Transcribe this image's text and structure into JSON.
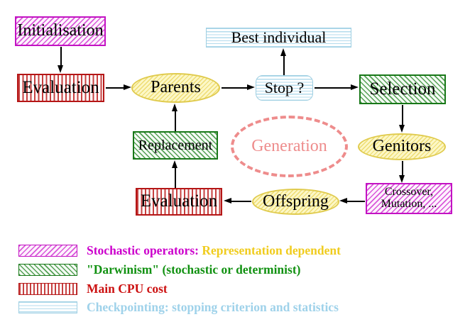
{
  "diagram": {
    "nodes": {
      "initialisation": "Initialisation",
      "evaluation_top": "Evaluation",
      "parents": "Parents",
      "best_individual": "Best individual",
      "stop": "Stop ?",
      "selection": "Selection",
      "genitors": "Genitors",
      "crossover_line1": "Crossover,",
      "crossover_line2": "Mutation, ...",
      "offspring": "Offspring",
      "evaluation_bottom": "Evaluation",
      "replacement": "Replacement",
      "generation": "Generation"
    },
    "colors": {
      "stochastic_magenta": "#cc00cc",
      "darwinism_green": "#119111",
      "cpu_red": "#cc1111",
      "checkpoint_cyan": "#9fd2ea",
      "yellow_fill": "#fcf7c6",
      "yellow_border": "#e0cb4e",
      "generation_salmon": "#ee8c8c",
      "representation_gold": "#f0cc1e"
    }
  },
  "legend": {
    "items": [
      {
        "label": "Stochastic operators:",
        "label2": "Representation dependent"
      },
      {
        "label": "\"Darwinism\" (stochastic or determinist)"
      },
      {
        "label": "Main CPU cost"
      },
      {
        "label": "Checkpointing: stopping criterion and statistics"
      }
    ]
  }
}
